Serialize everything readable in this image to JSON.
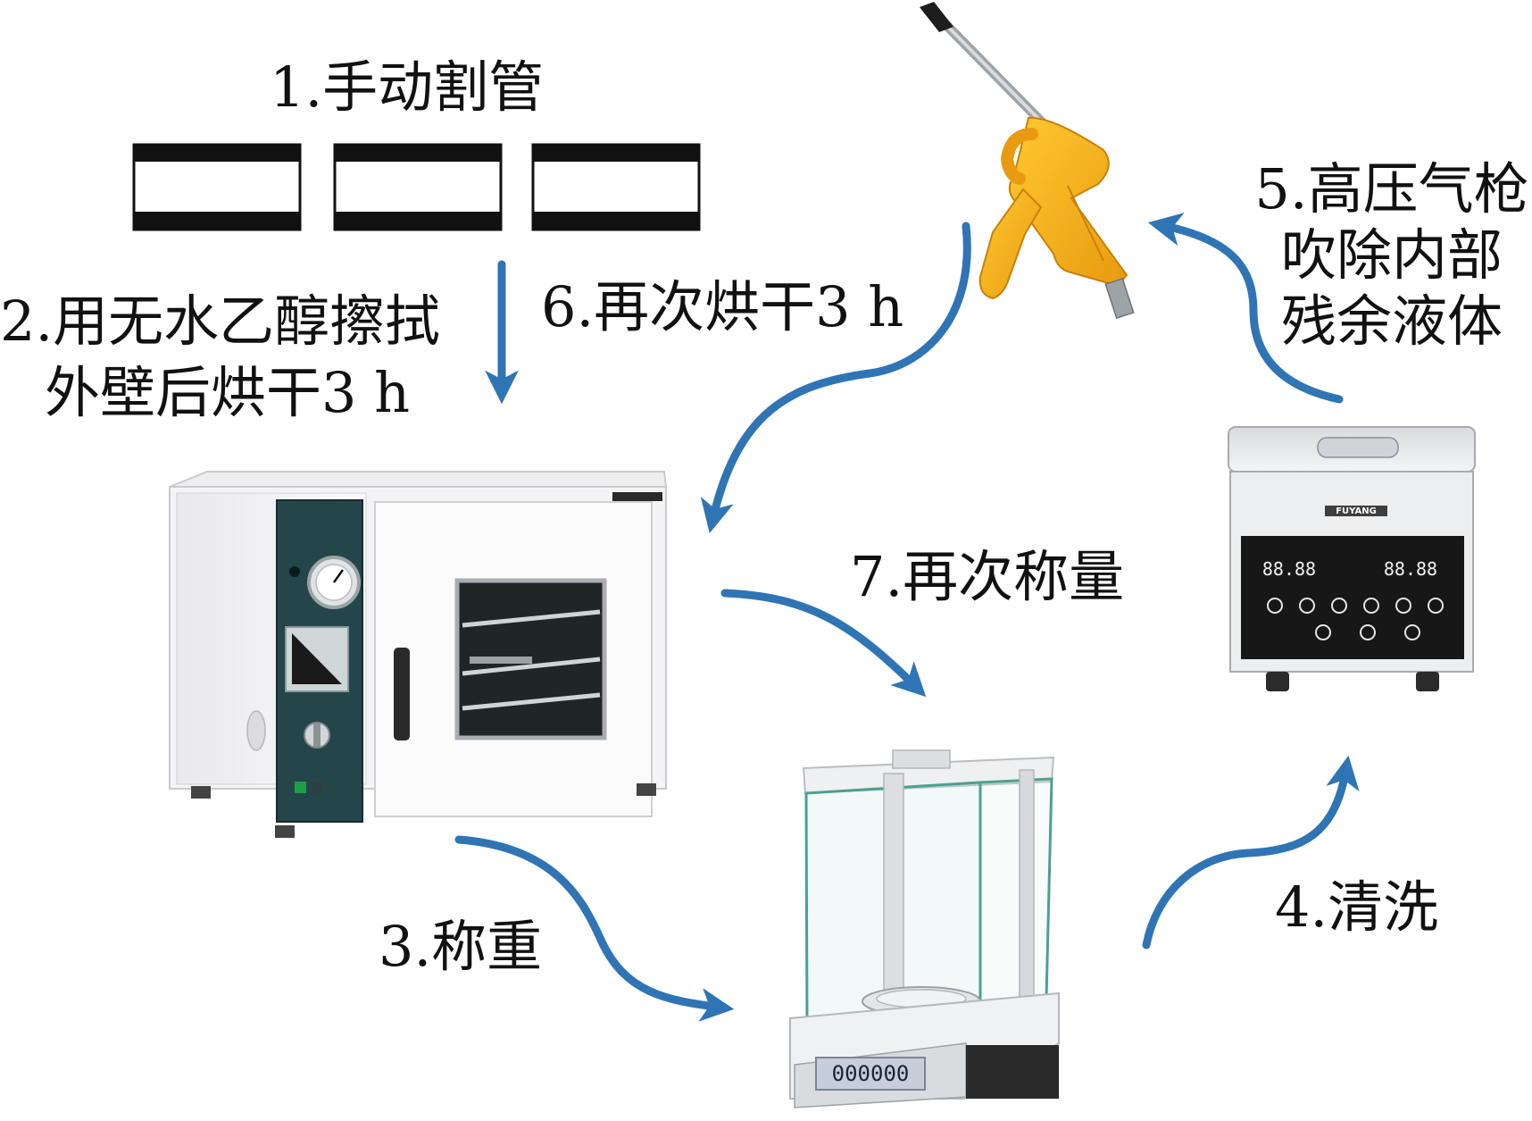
{
  "colors": {
    "arrow": "#2F75B5",
    "outline": "#111111",
    "background": "#ffffff"
  },
  "steps": {
    "s1": {
      "text": "1.手动割管"
    },
    "s2": {
      "line1": "2.用无水乙醇擦拭",
      "line2": "外壁后烘干3 h"
    },
    "s3": {
      "text": "3.称重"
    },
    "s4": {
      "text": "4.清洗"
    },
    "s5": {
      "line1": "5.高压气枪",
      "line2": "吹除内部",
      "line3": "残余液体"
    },
    "s6": {
      "text": "6.再次烘干3 h"
    },
    "s7": {
      "text": "7.再次称量"
    }
  },
  "devices": {
    "vacuum_oven": {
      "icon": "vacuum-oven-icon"
    },
    "analytical_balance": {
      "icon": "analytical-balance-icon",
      "display": "000000"
    },
    "ultrasonic_cleaner": {
      "icon": "ultrasonic-cleaner-icon",
      "brand": "FUYANG",
      "readouts": [
        "88.88",
        "88.88"
      ]
    },
    "air_gun": {
      "icon": "air-blow-gun-icon"
    },
    "tube_samples": {
      "icon": "cut-tube-icon",
      "count": 3
    }
  }
}
